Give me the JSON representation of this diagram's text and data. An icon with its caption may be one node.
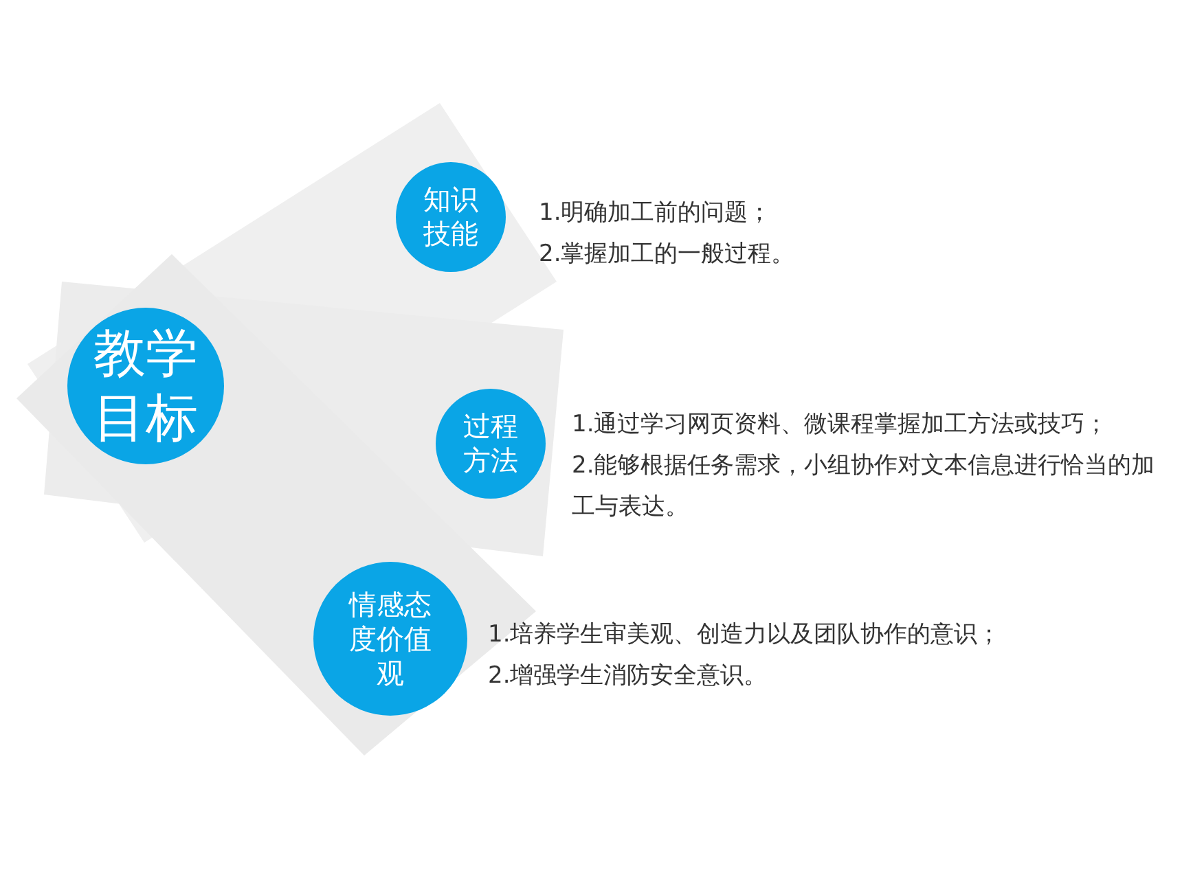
{
  "diagram": {
    "nodes": [
      {
        "text": [
          "教学目标"
        ]
      },
      {
        "text": [
          "知识技能"
        ],
        "beside": [
          "1.明确加工前的问题；",
          "2.掌握加工的一般过程。"
        ]
      },
      {
        "text": [
          "过程方法"
        ],
        "beside": [
          "1.通过学习网页资料、微课程掌握加工方法或技巧；",
          "2.能够根据任务需求，小组协作对文本信息进行恰当的加工与表达。"
        ]
      },
      {
        "text": [
          "情感态度价值观"
        ],
        "beside": [
          "1.培养学生审美观、创造力以及团队协作的意识；",
          "2.增强学生消防安全意识。"
        ]
      }
    ]
  }
}
